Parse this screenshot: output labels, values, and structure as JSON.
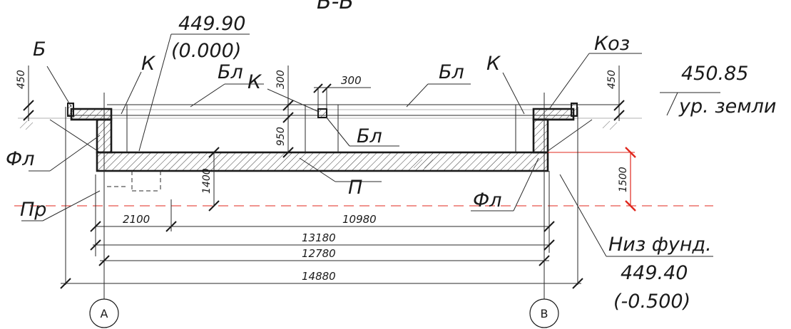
{
  "title": "Б-Б",
  "labels": {
    "b": "Б",
    "k_left": "К",
    "k_mid": "К",
    "k_right": "К",
    "bl_left": "Бл",
    "bl_right": "Бл",
    "bl_small": "Бл",
    "koz": "Коз",
    "fl_left": "Фл",
    "fl_right": "Фл",
    "pr": "Пр",
    "p": "П"
  },
  "elevations": {
    "top_value": "449.90",
    "top_rel": "(0.000)",
    "ground_value": "450.85",
    "ground_label": "ур. земли",
    "bottom_title": "Низ фунд.",
    "bottom_value": "449.40",
    "bottom_rel": "(-0.500)"
  },
  "dimensions": {
    "d450_left": "450",
    "d450_right": "450",
    "d300_vert": "300",
    "d300_horiz": "300",
    "d950": "950",
    "d1400": "1400",
    "d1500": "1500",
    "d2100": "2100",
    "d10980": "10980",
    "d13180": "13180",
    "d12780": "12780",
    "d14880": "14880"
  },
  "axes": {
    "left": "А",
    "right": "В"
  },
  "colors": {
    "line": "#1a1a1a",
    "red": "#e0281e",
    "hatch": "#3a3a3a",
    "faint": "#9a9a9a"
  }
}
